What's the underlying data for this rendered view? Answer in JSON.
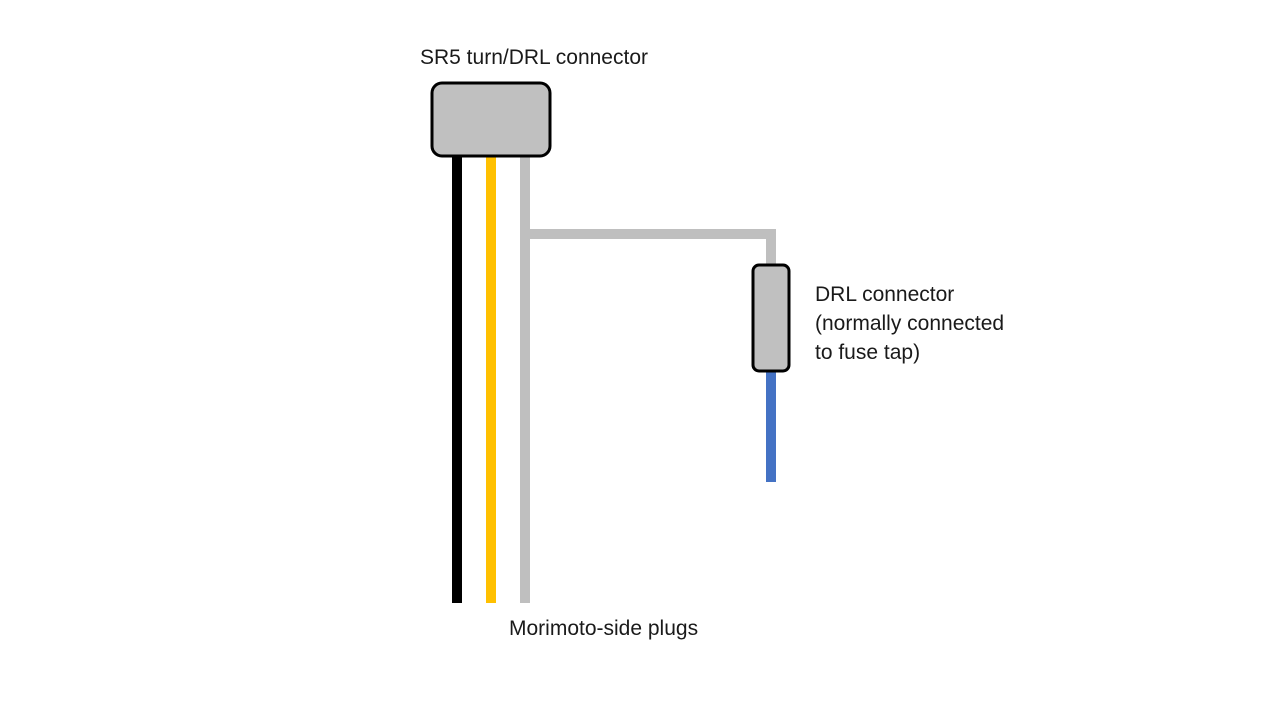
{
  "labels": {
    "sr5_connector": "SR5 turn/DRL connector",
    "drl_connector_lines": [
      "DRL connector",
      "(normally connected",
      "to fuse tap)"
    ],
    "morimoto_plugs": "Morimoto-side plugs"
  },
  "colors": {
    "connector_fill": "#c0c0c0",
    "connector_stroke": "#000000",
    "wire_black": "#000000",
    "wire_yellow": "#ffc000",
    "wire_gray": "#bfbfbf",
    "wire_blue": "#4472c4"
  }
}
